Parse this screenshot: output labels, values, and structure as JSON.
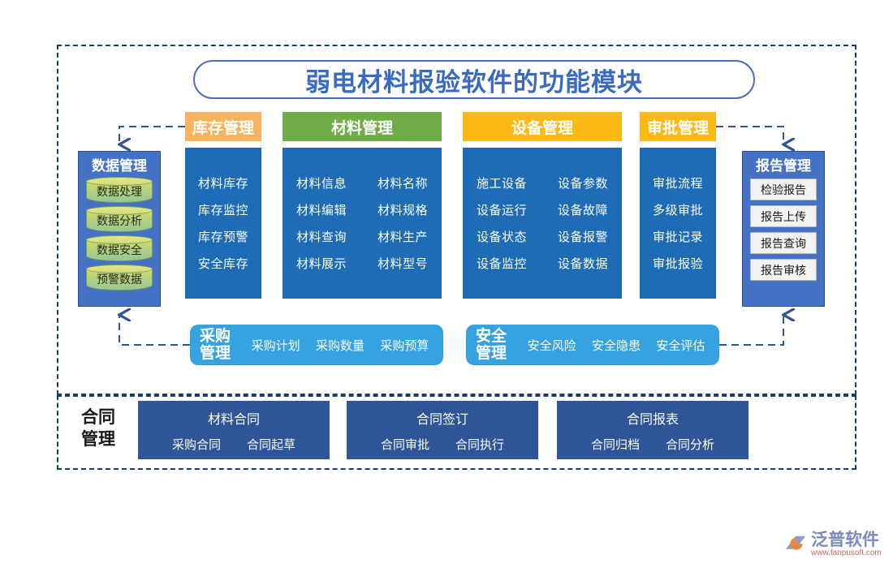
{
  "title": "弱电材料报验软件的功能模块",
  "colors": {
    "inventory_header": "#f5b25f",
    "material_header": "#71ad47",
    "equipment_header": "#fcb913",
    "approval_header": "#fcb913",
    "panel_blue": "#1d6cb5",
    "side_column_blue": "#4472c4",
    "round_bar_blue": "#36a2e0",
    "contract_blue": "#2e5597",
    "frame_dashed": "#1a3a6b",
    "title_text": "#3a6bbf"
  },
  "data_management": {
    "title": "数据管理",
    "items": [
      {
        "label": "数据处理"
      },
      {
        "label": "数据分析"
      },
      {
        "label": "数据安全"
      },
      {
        "label": "预警数据"
      }
    ]
  },
  "report_management": {
    "title": "报告管理",
    "items": [
      {
        "label": "检验报告"
      },
      {
        "label": "报告上传"
      },
      {
        "label": "报告查询"
      },
      {
        "label": "报告审核"
      }
    ]
  },
  "categories": [
    {
      "key": "inventory",
      "header": "库存管理",
      "columns": 1,
      "items": [
        "材料库存",
        "库存监控",
        "库存预警",
        "安全库存"
      ]
    },
    {
      "key": "material",
      "header": "材料管理",
      "columns": 2,
      "items": [
        "材料信息",
        "材料名称",
        "材料编辑",
        "材料规格",
        "材料查询",
        "材料生产",
        "材料展示",
        "材料型号"
      ]
    },
    {
      "key": "equipment",
      "header": "设备管理",
      "columns": 2,
      "items": [
        "施工设备",
        "设备参数",
        "设备运行",
        "设备故障",
        "设备状态",
        "设备报警",
        "设备监控",
        "设备数据"
      ]
    },
    {
      "key": "approval",
      "header": "审批管理",
      "columns": 1,
      "items": [
        "审批流程",
        "多级审批",
        "审批记录",
        "审批报验"
      ]
    }
  ],
  "bars": [
    {
      "key": "purchase",
      "title_line1": "采购",
      "title_line2": "管理",
      "items": [
        "采购计划",
        "采购数量",
        "采购预算"
      ]
    },
    {
      "key": "safety",
      "title_line1": "安全",
      "title_line2": "管理",
      "items": [
        "安全风险",
        "安全隐患",
        "安全评估"
      ]
    }
  ],
  "contract": {
    "title_line1": "合同",
    "title_line2": "管理",
    "boxes": [
      {
        "title": "材料合同",
        "items": [
          "采购合同",
          "合同起草"
        ]
      },
      {
        "title": "合同签订",
        "items": [
          "合同审批",
          "合同执行"
        ]
      },
      {
        "title": "合同报表",
        "items": [
          "合同归档",
          "合同分析"
        ]
      }
    ]
  },
  "logo": {
    "name": "泛普软件",
    "url": "www.fanpusoft.com"
  }
}
